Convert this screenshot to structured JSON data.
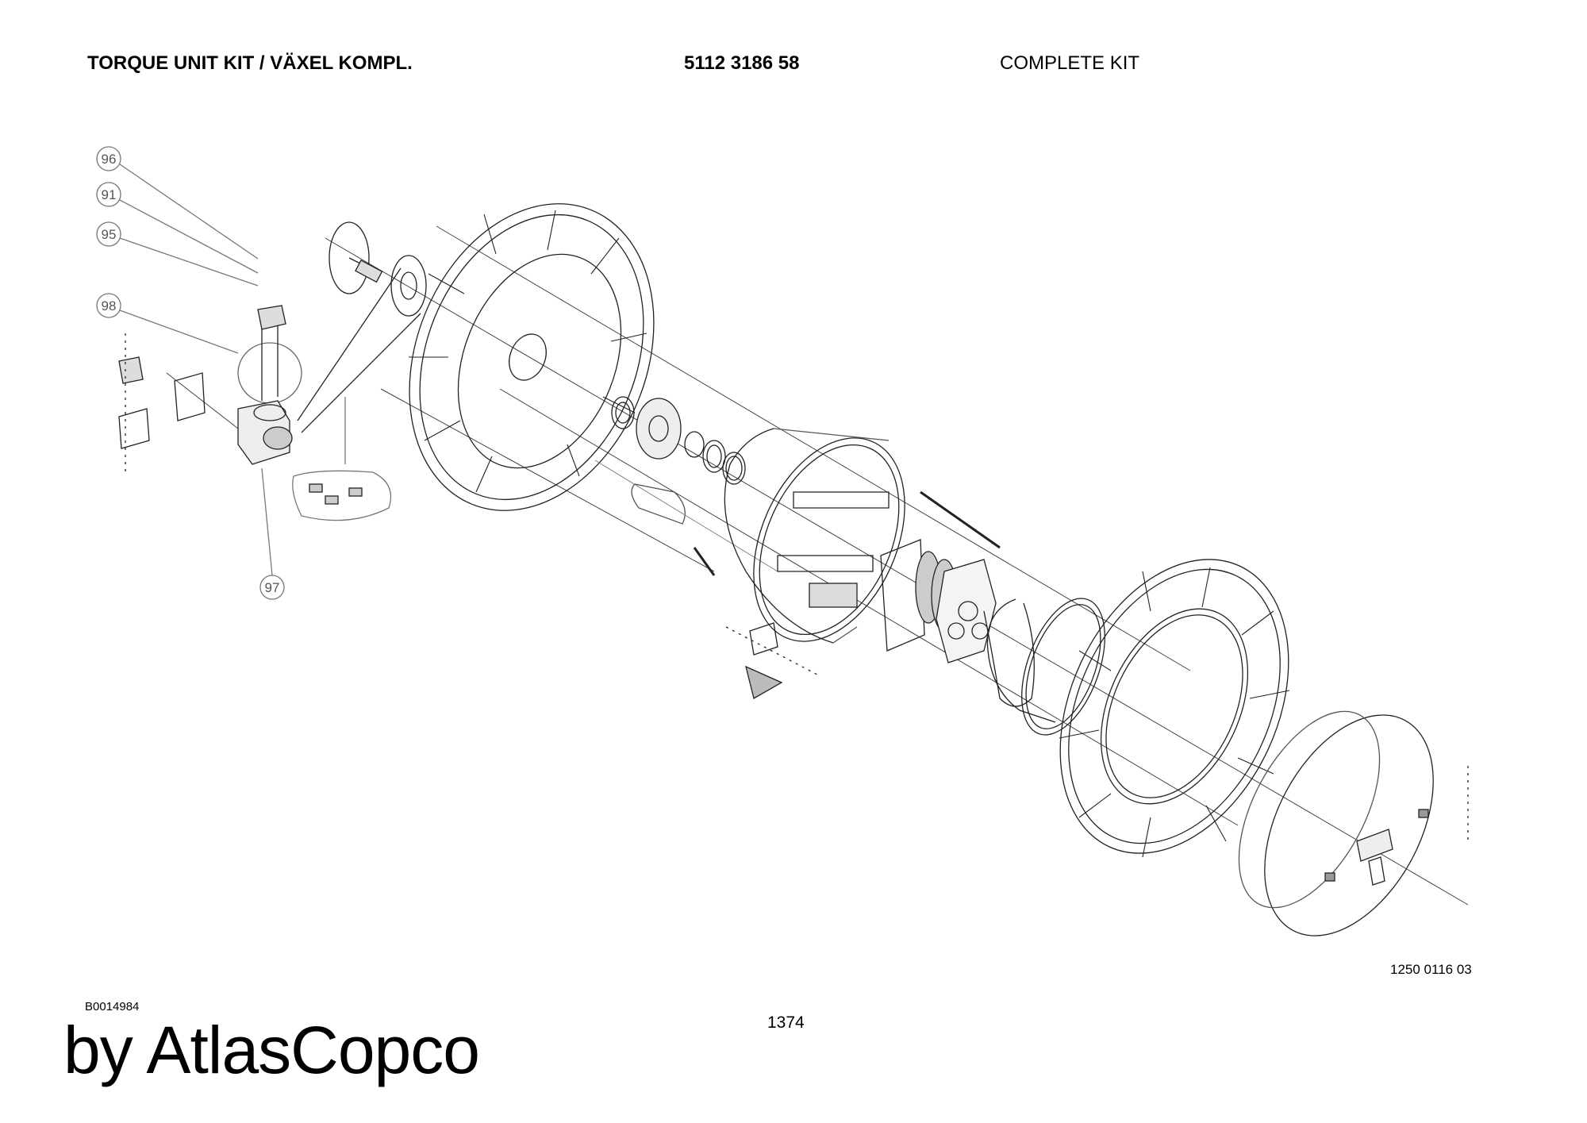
{
  "header": {
    "title": "TORQUE UNIT KIT / VÄXEL KOMPL.",
    "part_number": "5112 3186 58",
    "kit_type": "COMPLETE KIT"
  },
  "callouts": [
    {
      "label": "96"
    },
    {
      "label": "91"
    },
    {
      "label": "95"
    },
    {
      "label": "98"
    },
    {
      "label": "97"
    }
  ],
  "drawing_number": "1250 0116 03",
  "document_id": "B0014984",
  "page_number": "1374",
  "brand": "by AtlasCopco"
}
